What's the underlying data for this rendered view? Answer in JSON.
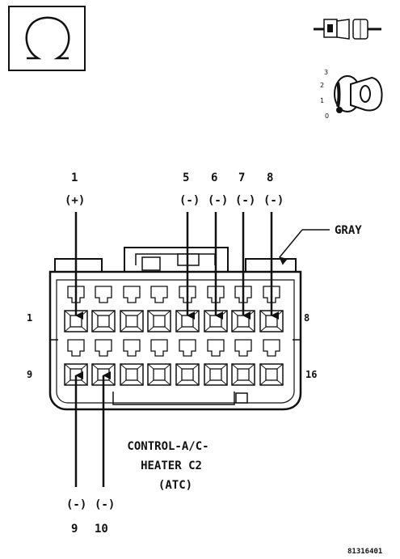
{
  "top_pins": [
    {
      "pin": "1",
      "polarity": "(+)"
    },
    {
      "pin": "5",
      "polarity": "(-)"
    },
    {
      "pin": "6",
      "polarity": "(-)"
    },
    {
      "pin": "7",
      "polarity": "(-)"
    },
    {
      "pin": "8",
      "polarity": "(-)"
    }
  ],
  "bottom_pins": [
    {
      "pin": "9",
      "polarity": "(-)"
    },
    {
      "pin": "10",
      "polarity": "(-)"
    }
  ],
  "row_labels": {
    "row1_left": "1",
    "row1_right": "8",
    "row2_left": "9",
    "row2_right": "16"
  },
  "color_label": "GRAY",
  "connector_title": [
    "CONTROL-A/C-",
    "HEATER C2",
    "(ATC)"
  ],
  "key_scale": [
    "3",
    "2",
    "1",
    "0"
  ],
  "figure_id": "81316401"
}
